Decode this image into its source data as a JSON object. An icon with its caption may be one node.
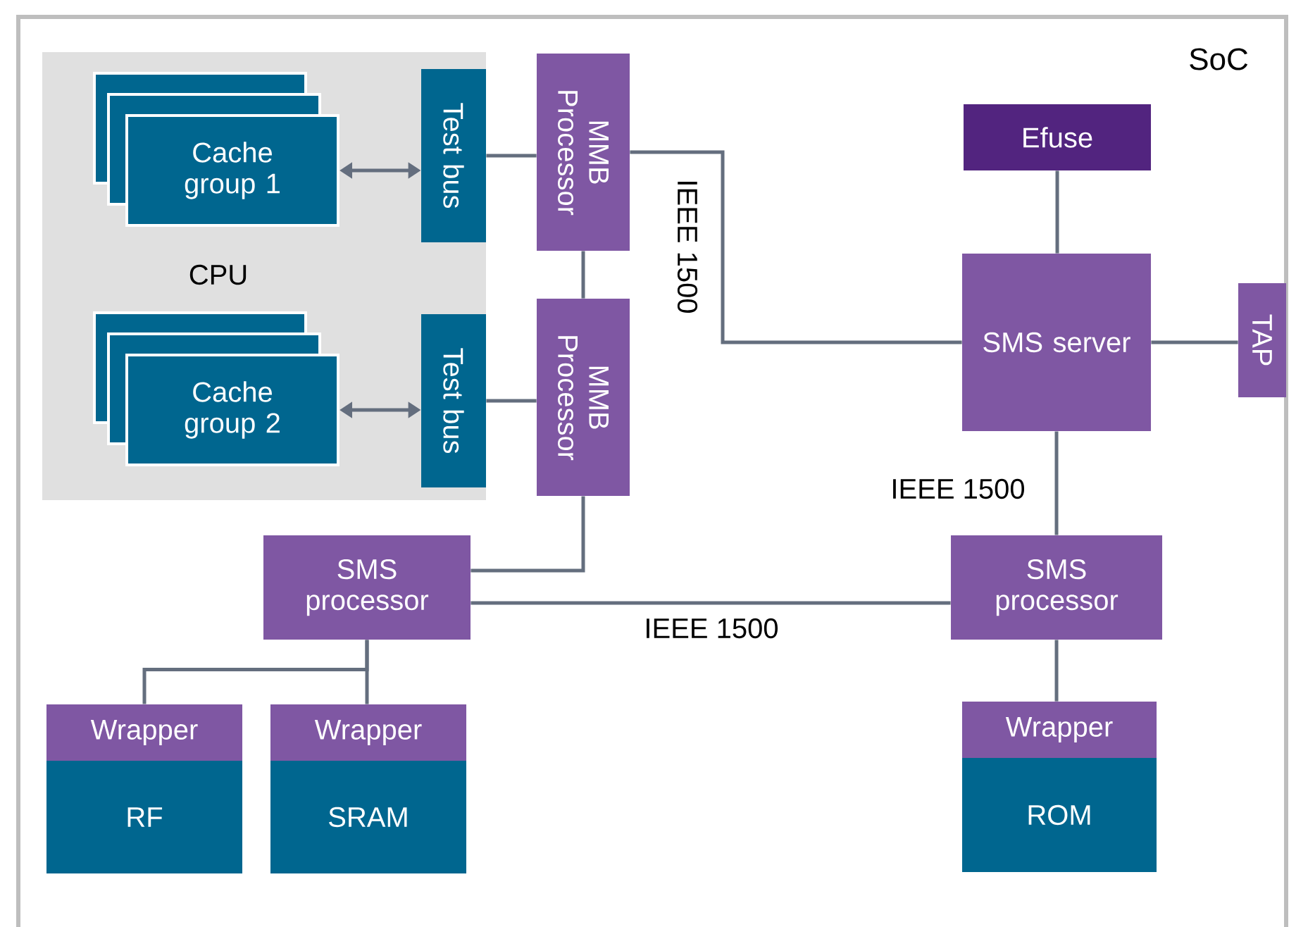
{
  "diagram": {
    "nodes": [
      {
        "text": [
          "SoC"
        ]
      },
      {
        "text": [
          "CPU"
        ],
        "in": 0
      },
      {
        "text": [
          "Cache group 1"
        ],
        "in": 1
      },
      {
        "text": [
          "Test bus"
        ],
        "in": 1
      },
      {
        "text": [
          "Cache group 2"
        ],
        "in": 1
      },
      {
        "text": [
          "Test bus"
        ],
        "in": 1
      },
      {
        "text": [
          "MMB Processor"
        ],
        "in": 0
      },
      {
        "text": [
          "MMB Processor"
        ],
        "in": 0
      },
      {
        "text": [
          "Efuse"
        ],
        "in": 0
      },
      {
        "text": [
          "SMS server"
        ],
        "in": 0
      },
      {
        "text": [
          "TAP"
        ],
        "in": 0
      },
      {
        "text": [
          "SMS processor"
        ],
        "in": 0
      },
      {
        "text": [
          "SMS processor"
        ],
        "in": 0
      },
      {
        "text": [
          "Wrapper",
          "RF"
        ],
        "in": 0
      },
      {
        "text": [
          "Wrapper",
          "SRAM"
        ],
        "in": 0
      },
      {
        "text": [
          "Wrapper",
          "ROM"
        ],
        "in": 0
      }
    ],
    "edges": [
      {
        "from": 2,
        "to": 3,
        "arrow": "both"
      },
      {
        "from": 4,
        "to": 5,
        "arrow": "both"
      },
      {
        "from": 3,
        "to": 6,
        "arrow": "none"
      },
      {
        "from": 5,
        "to": 7,
        "arrow": "none"
      },
      {
        "from": 6,
        "to": 7,
        "arrow": "none"
      },
      {
        "from": 6,
        "to": 9,
        "arrow": "none",
        "label": "IEEE 1500"
      },
      {
        "from": 7,
        "to": 11,
        "arrow": "none"
      },
      {
        "from": 8,
        "to": 9,
        "arrow": "none"
      },
      {
        "from": 9,
        "to": 10,
        "arrow": "none"
      },
      {
        "from": 9,
        "to": 12,
        "arrow": "none",
        "label": "IEEE 1500"
      },
      {
        "from": 11,
        "to": 12,
        "arrow": "none",
        "label": "IEEE 1500"
      },
      {
        "from": 11,
        "to": 13,
        "arrow": "none"
      },
      {
        "from": 11,
        "to": 14,
        "arrow": "none"
      },
      {
        "from": 12,
        "to": 15,
        "arrow": "none"
      }
    ]
  }
}
